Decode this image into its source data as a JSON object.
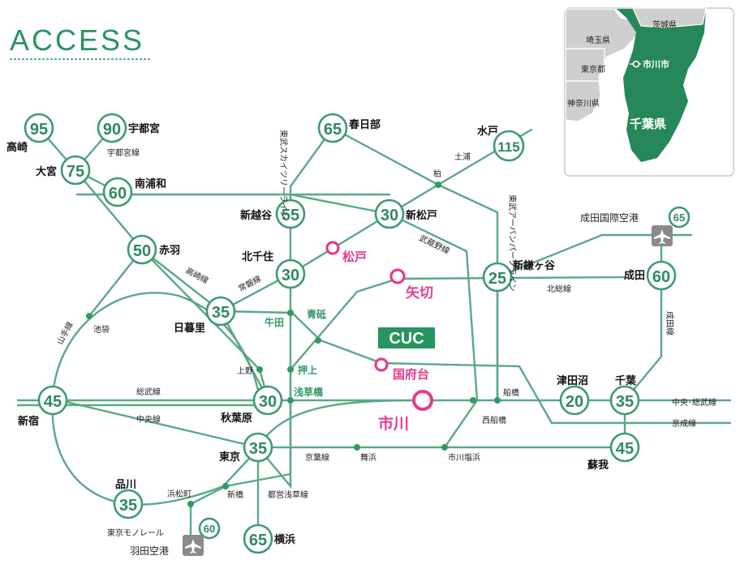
{
  "title": "ACCESS",
  "inset": {
    "ibaraki": "茨城県",
    "saitama": "埼玉県",
    "tokyo": "東京都",
    "kanagawa": "神奈川県",
    "ichikawa_city": "市川市",
    "chiba": "千葉県"
  },
  "nodes": {
    "takasaki": {
      "label": "高崎",
      "time": "95"
    },
    "utsunomiya": {
      "label": "宇都宮",
      "time": "90"
    },
    "omiya": {
      "label": "大宮",
      "time": "75"
    },
    "minamiurawa": {
      "label": "南浦和",
      "time": "60"
    },
    "akabane": {
      "label": "赤羽",
      "time": "50"
    },
    "kasukabe": {
      "label": "春日部",
      "time": "65"
    },
    "mito": {
      "label": "水戸",
      "time": "115"
    },
    "shinkoshigaya": {
      "label": "新越谷",
      "time": "55"
    },
    "shinmatsudo": {
      "label": "新松戸",
      "time": "30"
    },
    "kitasenju": {
      "label": "北千住",
      "time": "30"
    },
    "shinkamagaya": {
      "label": "新鎌ヶ谷",
      "time": "25"
    },
    "narita": {
      "label": "成田",
      "time": "60"
    },
    "narita_airport": {
      "label": "成田国際空港",
      "time": "65"
    },
    "nippori": {
      "label": "日暮里",
      "time": "35"
    },
    "shinjuku": {
      "label": "新宿",
      "time": "45"
    },
    "akihabara": {
      "label": "秋葉原",
      "time": "30"
    },
    "tsudanuma": {
      "label": "津田沼",
      "time": "20"
    },
    "chiba": {
      "label": "千葉",
      "time": "35"
    },
    "soga": {
      "label": "蘇我",
      "time": "45"
    },
    "tokyo": {
      "label": "東京",
      "time": "35"
    },
    "shinagawa": {
      "label": "品川",
      "time": "35"
    },
    "yokohama": {
      "label": "横浜",
      "time": "65"
    },
    "haneda": {
      "label": "羽田空港",
      "time": "60"
    }
  },
  "stations": {
    "tsuchiura": "土浦",
    "kashiwa": "柏",
    "ikebukuro": "池袋",
    "ueno": "上野",
    "ushida": "牛田",
    "aoto": "青砥",
    "oshiage": "押上",
    "asakusabashi": "浅草橋",
    "shinbashi": "新橋",
    "hamamatsucho": "浜松町",
    "maihama": "舞浜",
    "ichikawashiohama": "市川塩浜",
    "nishifunabashi": "西船橋",
    "funabashi": "船橋"
  },
  "lines": {
    "utsunomiya": "宇都宮線",
    "tobu_skytree": "東武スカイツリーライン",
    "tobu_urban_park": "東武アーバンパークライン",
    "musashino": "武蔵野線",
    "joban": "常磐線",
    "takasaki": "高崎線",
    "yamanote": "山手線",
    "sobu": "総武線",
    "chuo": "中央線",
    "keiyo": "京葉線",
    "toei_asakusa": "都営浅草線",
    "tokyo_monorail": "東京モノレール",
    "hokuso": "北総線",
    "narita": "成田線",
    "chuo_sobu": "中央･総武線",
    "keisei": "京成線"
  },
  "destinations": {
    "matsudo": "松戸",
    "yagiri": "矢切",
    "kounodai": "国府台",
    "ichikawa": "市川",
    "cuc": "CUC"
  },
  "colors": {
    "rail": "#5aa982",
    "circle_border": "#3d9b70",
    "time_text": "#2f8a5e",
    "destination": "#e43d8e",
    "chiba_fill": "#26885a",
    "other_pref_fill": "#d0d0d0",
    "cuc_badge": "#27955f"
  },
  "icons": [
    "airplane-icon",
    "destination-ring-icon",
    "station-dot-icon"
  ]
}
